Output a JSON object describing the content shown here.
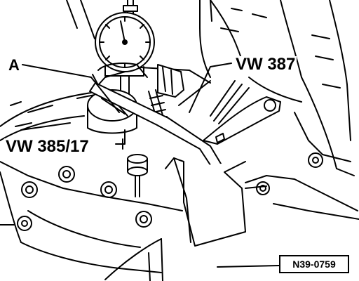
{
  "callouts": {
    "a": "A",
    "gauge_holder": "VW 387",
    "adapter": "VW 385/17"
  },
  "figure_code": "N39-0759",
  "colors": {
    "ink": "#000000",
    "paper": "#ffffff"
  },
  "icons": [
    "dial-gauge-icon",
    "gearbox-housing-icon",
    "measuring-bar-icon"
  ]
}
